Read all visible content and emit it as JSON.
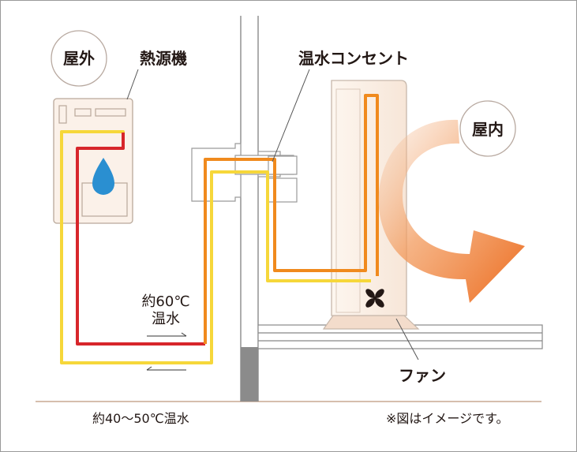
{
  "labels": {
    "outside": "屋外",
    "inside": "屋内",
    "heat_source": "熱源機",
    "outlet": "温水コンセント",
    "fan": "ファン",
    "hot_temp": "約60℃",
    "hot_water": "温水",
    "return_temp": "約40〜50℃温水",
    "note": "※図はイメージです。"
  },
  "colors": {
    "hot_pipe": "#d7262b",
    "warm_pipe": "#f08a1d",
    "cool_pipe": "#f6d73a",
    "unit_fill": "#fbf1e9",
    "unit_stroke": "#c7b7aa",
    "water_drop": "#2a8fd1",
    "arrow": "#ef7a2a",
    "wall_gray": "#888888",
    "text": "#231815"
  },
  "icons": {
    "drop": "water-drop-icon",
    "fan": "fan-icon",
    "airflow": "curved-arrow-icon"
  }
}
